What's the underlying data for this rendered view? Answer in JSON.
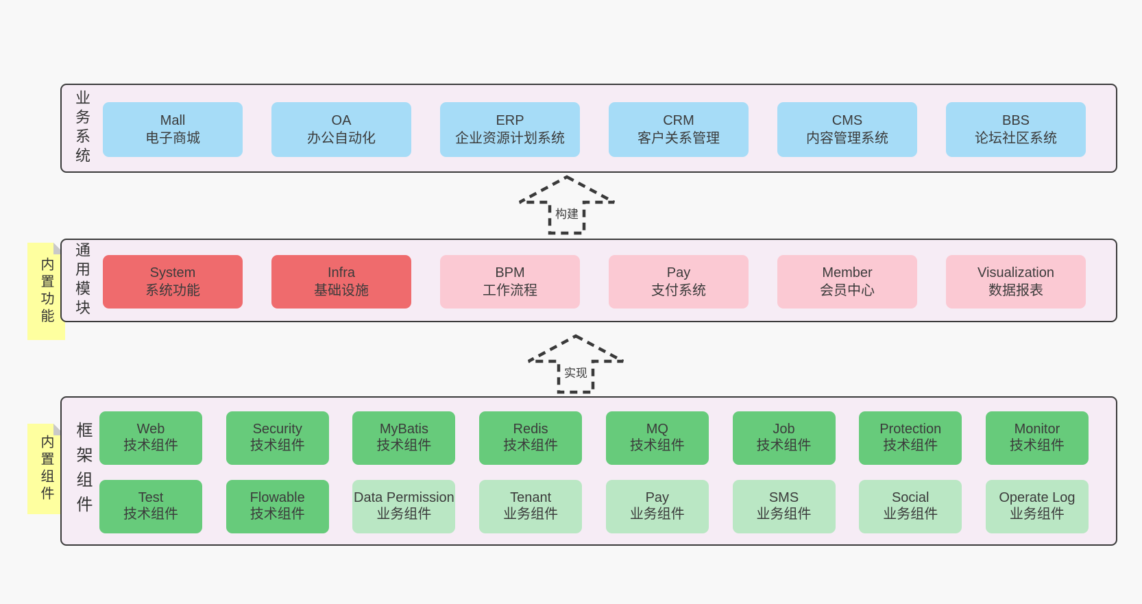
{
  "layers": {
    "business": {
      "label": "业务系统",
      "boxes": [
        {
          "title": "Mall",
          "subtitle": "电子商城"
        },
        {
          "title": "OA",
          "subtitle": "办公自动化"
        },
        {
          "title": "ERP",
          "subtitle": "企业资源计划系统"
        },
        {
          "title": "CRM",
          "subtitle": "客户关系管理"
        },
        {
          "title": "CMS",
          "subtitle": "内容管理系统"
        },
        {
          "title": "BBS",
          "subtitle": "论坛社区系统"
        }
      ]
    },
    "modules": {
      "label": "通用模块",
      "note": "内置功能",
      "boxes": [
        {
          "title": "System",
          "subtitle": "系统功能"
        },
        {
          "title": "Infra",
          "subtitle": "基础设施"
        },
        {
          "title": "BPM",
          "subtitle": "工作流程"
        },
        {
          "title": "Pay",
          "subtitle": "支付系统"
        },
        {
          "title": "Member",
          "subtitle": "会员中心"
        },
        {
          "title": "Visualization",
          "subtitle": "数据报表"
        }
      ]
    },
    "framework": {
      "label": "框架组件",
      "note": "内置组件",
      "row1": [
        {
          "title": "Web",
          "subtitle": "技术组件"
        },
        {
          "title": "Security",
          "subtitle": "技术组件"
        },
        {
          "title": "MyBatis",
          "subtitle": "技术组件"
        },
        {
          "title": "Redis",
          "subtitle": "技术组件"
        },
        {
          "title": "MQ",
          "subtitle": "技术组件"
        },
        {
          "title": "Job",
          "subtitle": "技术组件"
        },
        {
          "title": "Protection",
          "subtitle": "技术组件"
        },
        {
          "title": "Monitor",
          "subtitle": "技术组件"
        }
      ],
      "row2": [
        {
          "title": "Test",
          "subtitle": "技术组件"
        },
        {
          "title": "Flowable",
          "subtitle": "技术组件"
        },
        {
          "title": "Data Permission",
          "subtitle": "业务组件"
        },
        {
          "title": "Tenant",
          "subtitle": "业务组件"
        },
        {
          "title": "Pay",
          "subtitle": "业务组件"
        },
        {
          "title": "SMS",
          "subtitle": "业务组件"
        },
        {
          "title": "Social",
          "subtitle": "业务组件"
        },
        {
          "title": "Operate Log",
          "subtitle": "业务组件"
        }
      ]
    }
  },
  "arrows": {
    "build": {
      "label": "构建"
    },
    "implement": {
      "label": "实现"
    }
  },
  "colors": {
    "page_background": "#f8f8f8",
    "layer_background": "#f6ecf5",
    "layer_border": "#3a3a3a",
    "box_blue": "#a6dcf7",
    "box_red": "#ef6b6d",
    "box_pink": "#fbc9d3",
    "box_green": "#67cb7b",
    "box_green_light": "#bae7c4",
    "sticky_note_yellow": "#feff9f",
    "note_fold_gray": "#c9c9c9",
    "text": "#3b3b3b"
  }
}
